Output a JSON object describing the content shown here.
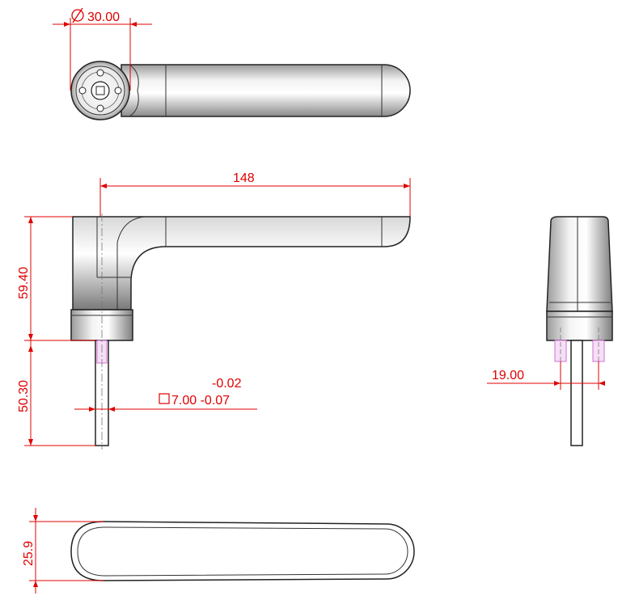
{
  "colors": {
    "dimension": "#e00000",
    "outline": "#222222",
    "hidden_line": "#d070d0"
  },
  "dimensions": {
    "diameter": "30.00",
    "length": "148",
    "handle_height": "59.40",
    "spindle_height": "50.30",
    "tol_upper": "-0.02",
    "spindle_square": "7.00 -0.07",
    "screw_spacing": "19.00",
    "thickness": "25.9"
  },
  "icons": {
    "diameter": "diameter-symbol-icon",
    "square": "square-symbol-icon"
  }
}
